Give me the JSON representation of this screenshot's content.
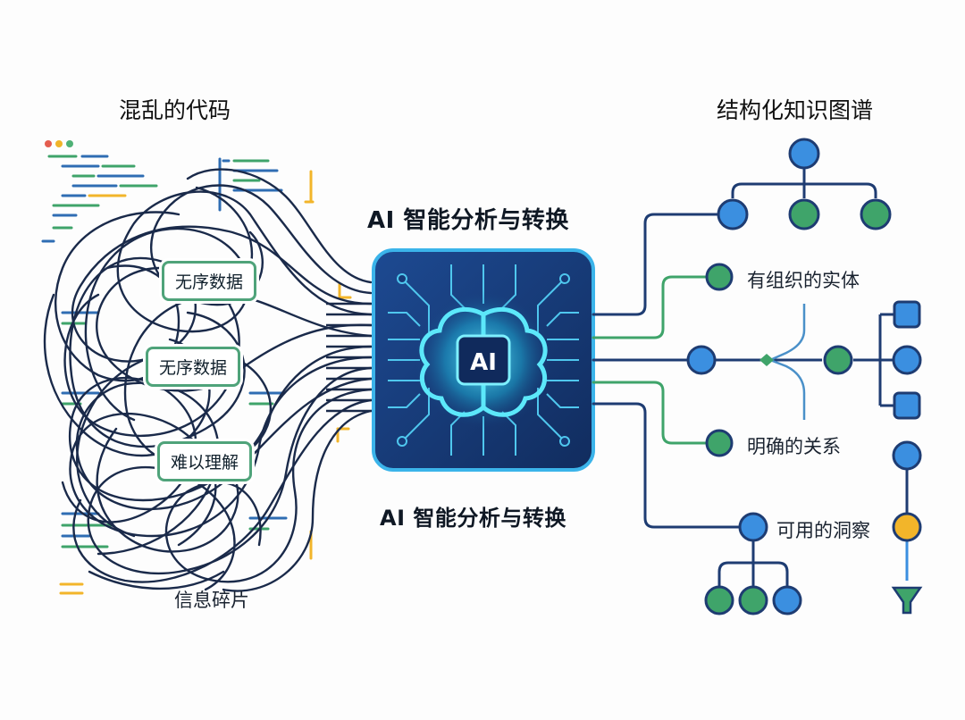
{
  "left": {
    "title": "混乱的代码",
    "tags": [
      "无序数据",
      "无序数据",
      "难以理解"
    ],
    "bottom_label": "信息碎片"
  },
  "center": {
    "title_top": "AI 智能分析与转换",
    "title_bottom": "AI 智能分析与转换",
    "chip_label": "AI"
  },
  "right": {
    "title": "结构化知识图谱",
    "labels": [
      "有组织的实体",
      "明确的关系",
      "可用的洞察"
    ]
  },
  "colors": {
    "navy": "#1e3c72",
    "green": "#3fa46a",
    "blue": "#3b8fe0",
    "yellow": "#f2b52a",
    "chip": "#163a78",
    "glow": "#49e0f5"
  }
}
